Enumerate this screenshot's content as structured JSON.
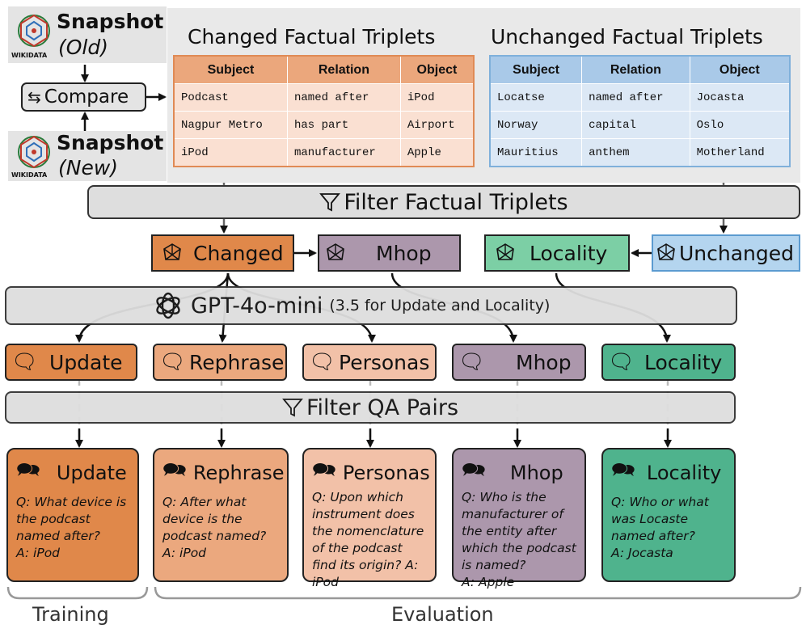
{
  "snapshot_old": {
    "title": "Snapshot",
    "tag": "(Old)",
    "logo_text": "WIKIDATA"
  },
  "snapshot_new": {
    "title": "Snapshot",
    "tag": "(New)",
    "logo_text": "WIKIDATA"
  },
  "compare": {
    "label": "Compare"
  },
  "changed_table": {
    "title": "Changed Factual Triplets",
    "headers": [
      "Subject",
      "Relation",
      "Object"
    ],
    "rows": [
      [
        "Podcast",
        "named after",
        "iPod"
      ],
      [
        "Nagpur Metro",
        "has part",
        "Airport"
      ],
      [
        "iPod",
        "manufacturer",
        "Apple"
      ]
    ]
  },
  "unchanged_table": {
    "title": "Unchanged Factual Triplets",
    "headers": [
      "Subject",
      "Relation",
      "Object"
    ],
    "rows": [
      [
        "Locatse",
        "named after",
        "Jocasta"
      ],
      [
        "Norway",
        "capital",
        "Oslo"
      ],
      [
        "Mauritius",
        "anthem",
        "Motherland"
      ]
    ]
  },
  "filter_triplets": {
    "label": "Filter Factual Triplets"
  },
  "stage_boxes": {
    "changed": "Changed",
    "mhop": "Mhop",
    "locality": "Locality",
    "unchanged": "Unchanged"
  },
  "gpt": {
    "label": "GPT-4o-mini",
    "note": "(3.5 for Update and Locality)"
  },
  "qa_types": {
    "update": "Update",
    "rephrase": "Rephrase",
    "personas": "Personas",
    "mhop": "Mhop",
    "locality": "Locality"
  },
  "filter_qa": {
    "label": "Filter QA Pairs"
  },
  "cards": {
    "update": {
      "title": "Update",
      "text": "Q: What device is the podcast named after?",
      "answer": "A: iPod"
    },
    "rephrase": {
      "title": "Rephrase",
      "text": "Q: After what device is the podcast named?",
      "answer": "A: iPod"
    },
    "personas": {
      "title": "Personas",
      "text": "Q: Upon which instrument does the nomenclature of the podcast find its origin? A: iPod",
      "answer": ""
    },
    "mhop": {
      "title": "Mhop",
      "text": "Q: Who is the manufacturer of the entity after which the podcast is named?",
      "answer": "A: Apple"
    },
    "locality": {
      "title": "Locality",
      "text": "Q: Who or what was Locaste named after?",
      "answer": "A: Jocasta"
    }
  },
  "groups": {
    "training": "Training",
    "evaluation": "Evaluation"
  },
  "colors": {
    "orange_dark": "#e0884a",
    "orange_mid": "#eba87e",
    "orange_light": "#f2c1a8",
    "purple": "#ac97ac",
    "green": "#4fb38d",
    "green_light": "#7ccfa5",
    "blue": "#b4d5ef",
    "table_orange_head": "#eba77c",
    "table_orange_cell": "#fae0d2",
    "table_blue_head": "#a9c9e8",
    "table_blue_cell": "#dce8f5",
    "bar_gray": "#dedede"
  }
}
